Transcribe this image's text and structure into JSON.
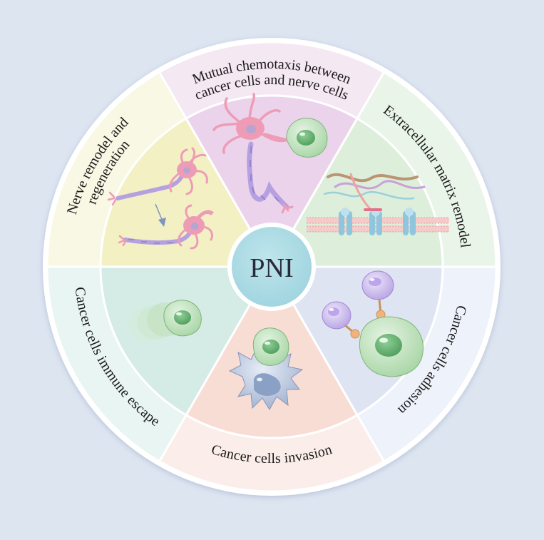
{
  "diagram": {
    "center_label": "PNI",
    "segments": [
      {
        "id": "chemotaxis",
        "label_lines": [
          "Mutual chemotaxis between",
          "cancer cells and nerve cells"
        ],
        "outer_fill": "#f4e8f3",
        "inner_fill": "#ecd3ec"
      },
      {
        "id": "ecm",
        "label_lines": [
          "Extracellular matrix remodel"
        ],
        "outer_fill": "#eaf5ea",
        "inner_fill": "#ddeedb"
      },
      {
        "id": "adhesion",
        "label_lines": [
          "Cancer cells adhesion"
        ],
        "outer_fill": "#eef2fa",
        "inner_fill": "#dfe4f3"
      },
      {
        "id": "invasion",
        "label_lines": [
          "Cancer cells invasion"
        ],
        "outer_fill": "#fbeeea",
        "inner_fill": "#f8ddd5"
      },
      {
        "id": "immune-escape",
        "label_lines": [
          "Cancer cells immune escape"
        ],
        "outer_fill": "#e9f5f2",
        "inner_fill": "#d4ece5"
      },
      {
        "id": "nerve-remodel",
        "label_lines": [
          "Nerve remodel and",
          "regeneration"
        ],
        "outer_fill": "#f8f8e4",
        "inner_fill": "#f3f0c4"
      }
    ],
    "colors": {
      "background": "#dde5f1",
      "ring_border": "#ffffff",
      "center_fill": "#a8dbe5",
      "center_text": "#2a2a3a",
      "label_text": "#1a1a1a",
      "neuron": "#ee9cb6",
      "neuron_nucleus": "#b6a4d2",
      "axon": "#b6a1e0",
      "cancer_cell": "#bde0ba",
      "cancer_nucleus": "#6fb37a",
      "immune_cell": "#cfc0ec",
      "macrophage": "#b7c4dc"
    },
    "icons": [
      "neuron-icon",
      "cancer-cell-icon",
      "membrane-icon",
      "immune-cell-icon",
      "macrophage-icon",
      "down-arrow-icon"
    ]
  }
}
